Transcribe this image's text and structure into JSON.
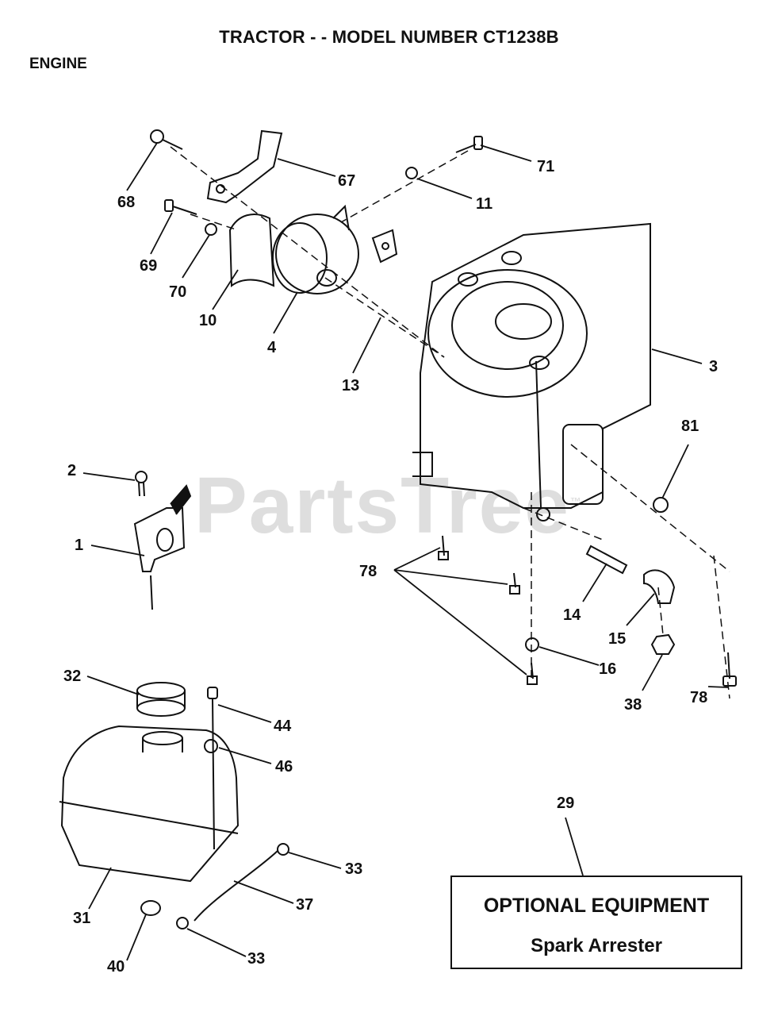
{
  "header": {
    "title": "TRACTOR - - MODEL NUMBER CT1238B",
    "section": "ENGINE"
  },
  "watermark": {
    "text": "PartsTree",
    "tm": "™"
  },
  "callouts": [
    {
      "label": "68"
    },
    {
      "label": "67"
    },
    {
      "label": "71"
    },
    {
      "label": "11"
    },
    {
      "label": "69"
    },
    {
      "label": "70"
    },
    {
      "label": "10"
    },
    {
      "label": "4"
    },
    {
      "label": "13"
    },
    {
      "label": "3"
    },
    {
      "label": "81"
    },
    {
      "label": "2"
    },
    {
      "label": "1"
    },
    {
      "label": "78"
    },
    {
      "label": "14"
    },
    {
      "label": "15"
    },
    {
      "label": "16"
    },
    {
      "label": "38"
    },
    {
      "label": "78"
    },
    {
      "label": "32"
    },
    {
      "label": "44"
    },
    {
      "label": "46"
    },
    {
      "label": "33"
    },
    {
      "label": "37"
    },
    {
      "label": "31"
    },
    {
      "label": "40"
    },
    {
      "label": "33"
    },
    {
      "label": "29"
    }
  ],
  "optional_equipment": {
    "title": "OPTIONAL EQUIPMENT",
    "item": "Spark Arrester"
  }
}
